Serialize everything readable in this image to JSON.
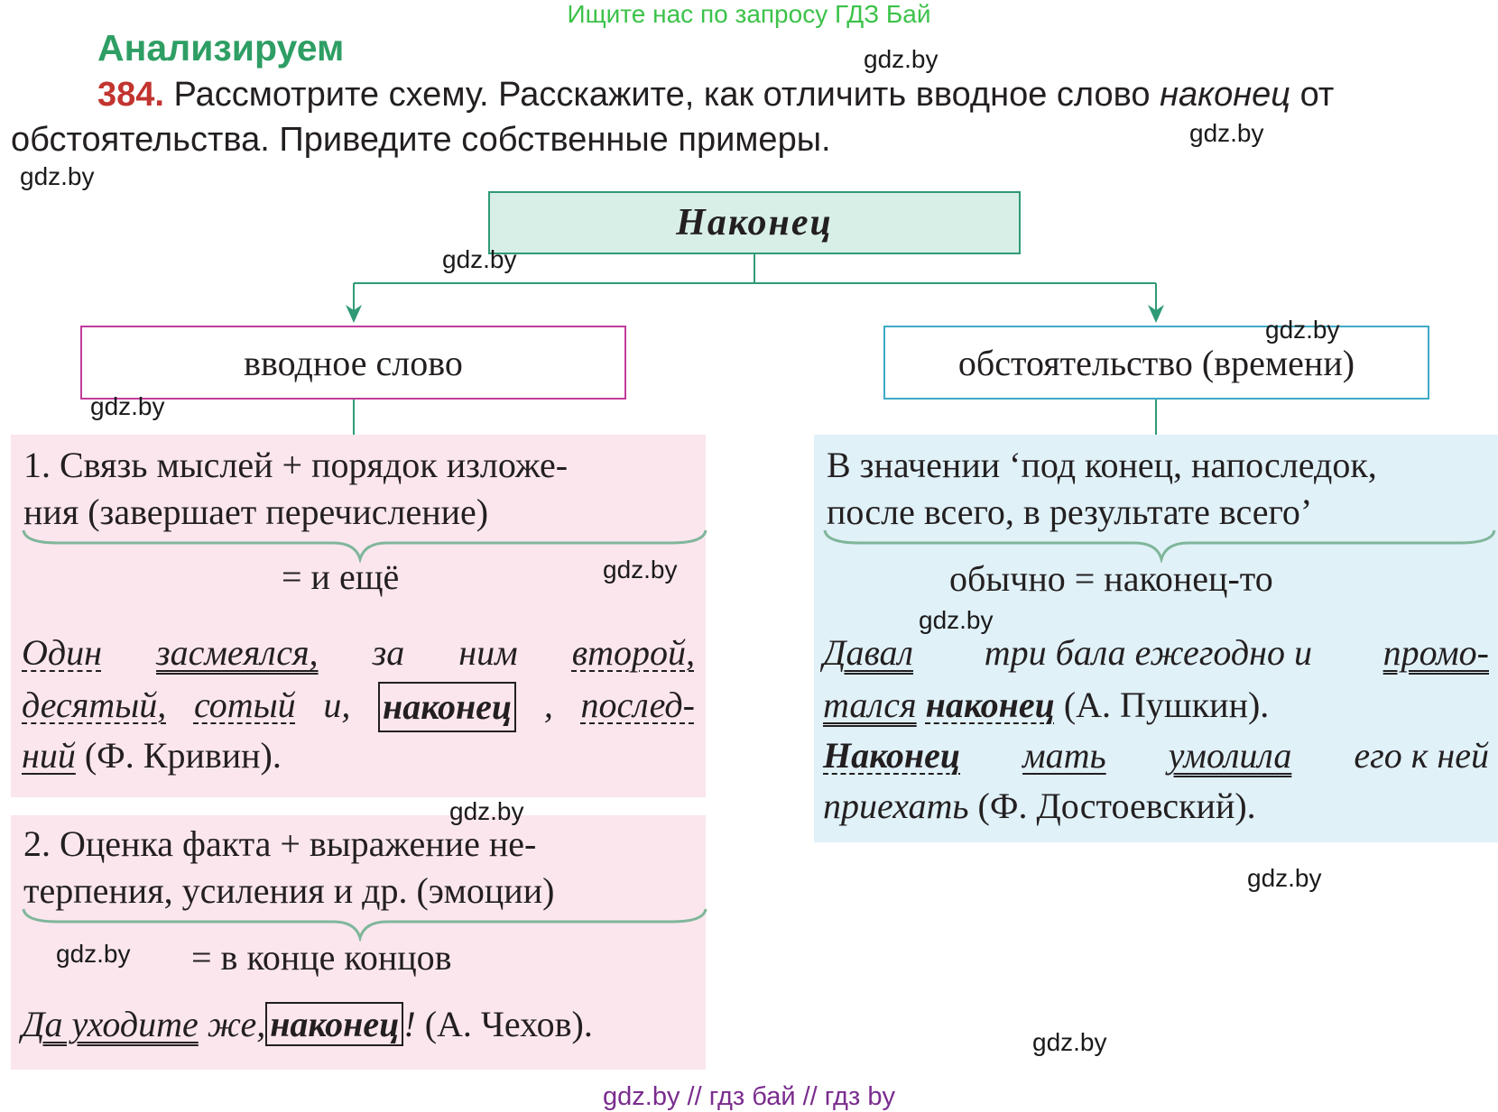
{
  "banner": "Ищите нас по запросу ГДЗ Бай",
  "section_title": "Анализируем",
  "task": {
    "number": "384.",
    "text_a": "Рассмотрите схему. Расскажите, как отличить вводное слово",
    "text_italic": "наконец",
    "text_b": "от обстоятельства. Приведите собственные примеры."
  },
  "watermark": "gdz.by",
  "scheme": {
    "root": "Наконец",
    "left_box": "вводное слово",
    "right_box": "обстоятельство (времени)",
    "colors": {
      "root_fill": "#d8efe8",
      "root_border": "#2f9a76",
      "left_border": "#c23b9c",
      "right_border": "#3eaac5",
      "pink_panel": "#fbe6ee",
      "blue_panel": "#e0f1f8",
      "brace": "#7fb69a"
    },
    "left1": {
      "line1": "1. Связь мыслей + порядок изложе-",
      "line2": "ния (завершает перечисление)",
      "equiv": "= и ещё",
      "ex_w1": "Один",
      "ex_w2": "засмеялся,",
      "ex_w3": "за",
      "ex_w4": "ним",
      "ex_w5": "второй,",
      "ex_w6": "десятый,",
      "ex_w7": "сотый",
      "ex_w8": "и,",
      "ex_w9": "наконец",
      "ex_w10": ",",
      "ex_w11": "послед-",
      "ex_w12": "ний",
      "ex_author": "(Ф. Кривин)."
    },
    "left2": {
      "line1": "2. Оценка факта + выражение не-",
      "line2": "терпения, усиления и др. (эмоции)",
      "equiv": "= в конце концов",
      "ex_w1": "Да уходите",
      "ex_w2": "же,",
      "ex_w3": "наконец",
      "ex_w4": "!",
      "ex_author": "(А. Чехов)."
    },
    "right": {
      "line1": "В значении ‘под конец, напоследок,",
      "line2": "после всего, в результате всего’",
      "equiv": "обычно = наконец-то",
      "ex1_w1": "Давал",
      "ex1_w2": "три бала ежегодно и",
      "ex1_w3": "промо-",
      "ex1_w4": "тался",
      "ex1_w5": "наконец",
      "ex1_author": "(А. Пушкин).",
      "ex2_w1": "Наконец",
      "ex2_w2": "мать",
      "ex2_w3": "умолила",
      "ex2_w4": "его к ней",
      "ex2_w5": "приехать",
      "ex2_author": "(Ф. Достоевский)."
    }
  },
  "footer": "gdz.by // гдз бай // гдз by"
}
